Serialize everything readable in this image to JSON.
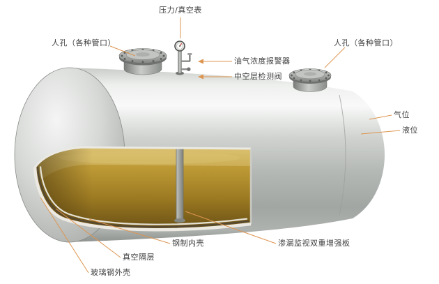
{
  "diagram": {
    "labels": {
      "pressure_vacuum_gauge": "压力/真空表",
      "manhole_left": "人孔（各种管口）",
      "manhole_right": "人孔（各种管口）",
      "gas_concentration_alarm": "油气浓度报警器",
      "interlayer_detection_valve": "中空层检测阀",
      "gas_level": "气位",
      "liquid_level": "液位",
      "steel_inner_shell": "钢制内壳",
      "leak_monitor_plate": "渗漏监视双重增强板",
      "vacuum_interlayer": "真空隔层",
      "frp_outer_shell": "玻璃钢外壳"
    },
    "colors": {
      "leader_line": "#dd9550",
      "label_text": "#3f3f3f",
      "background": "#ffffff",
      "tank_metal_light": "#f6f7f6",
      "tank_metal_dark": "#8f938f",
      "liquid_gold": "#b8922e"
    }
  }
}
